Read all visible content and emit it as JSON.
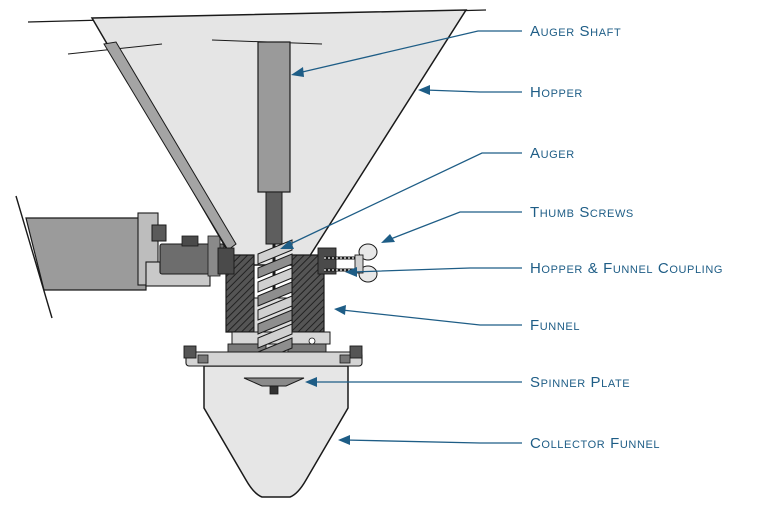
{
  "labels": {
    "auger_shaft": "Auger Shaft",
    "hopper": "Hopper",
    "auger": "Auger",
    "thumb_screws": "Thumb Screws",
    "coupling": "Hopper & Funnel Coupling",
    "funnel": "Funnel",
    "spinner_plate": "Spinner Plate",
    "collector_funnel": "Collector Funnel"
  },
  "colors": {
    "label_text": "#1e5d86",
    "leader_line": "#1e5d86",
    "hopper_fill": "#e4e4e4",
    "shaft_fill": "#9a9a9a",
    "dark_part": "#6a6a6a",
    "coupling_fill": "#4a4a4a",
    "collector_fill": "#e6e6e6"
  }
}
